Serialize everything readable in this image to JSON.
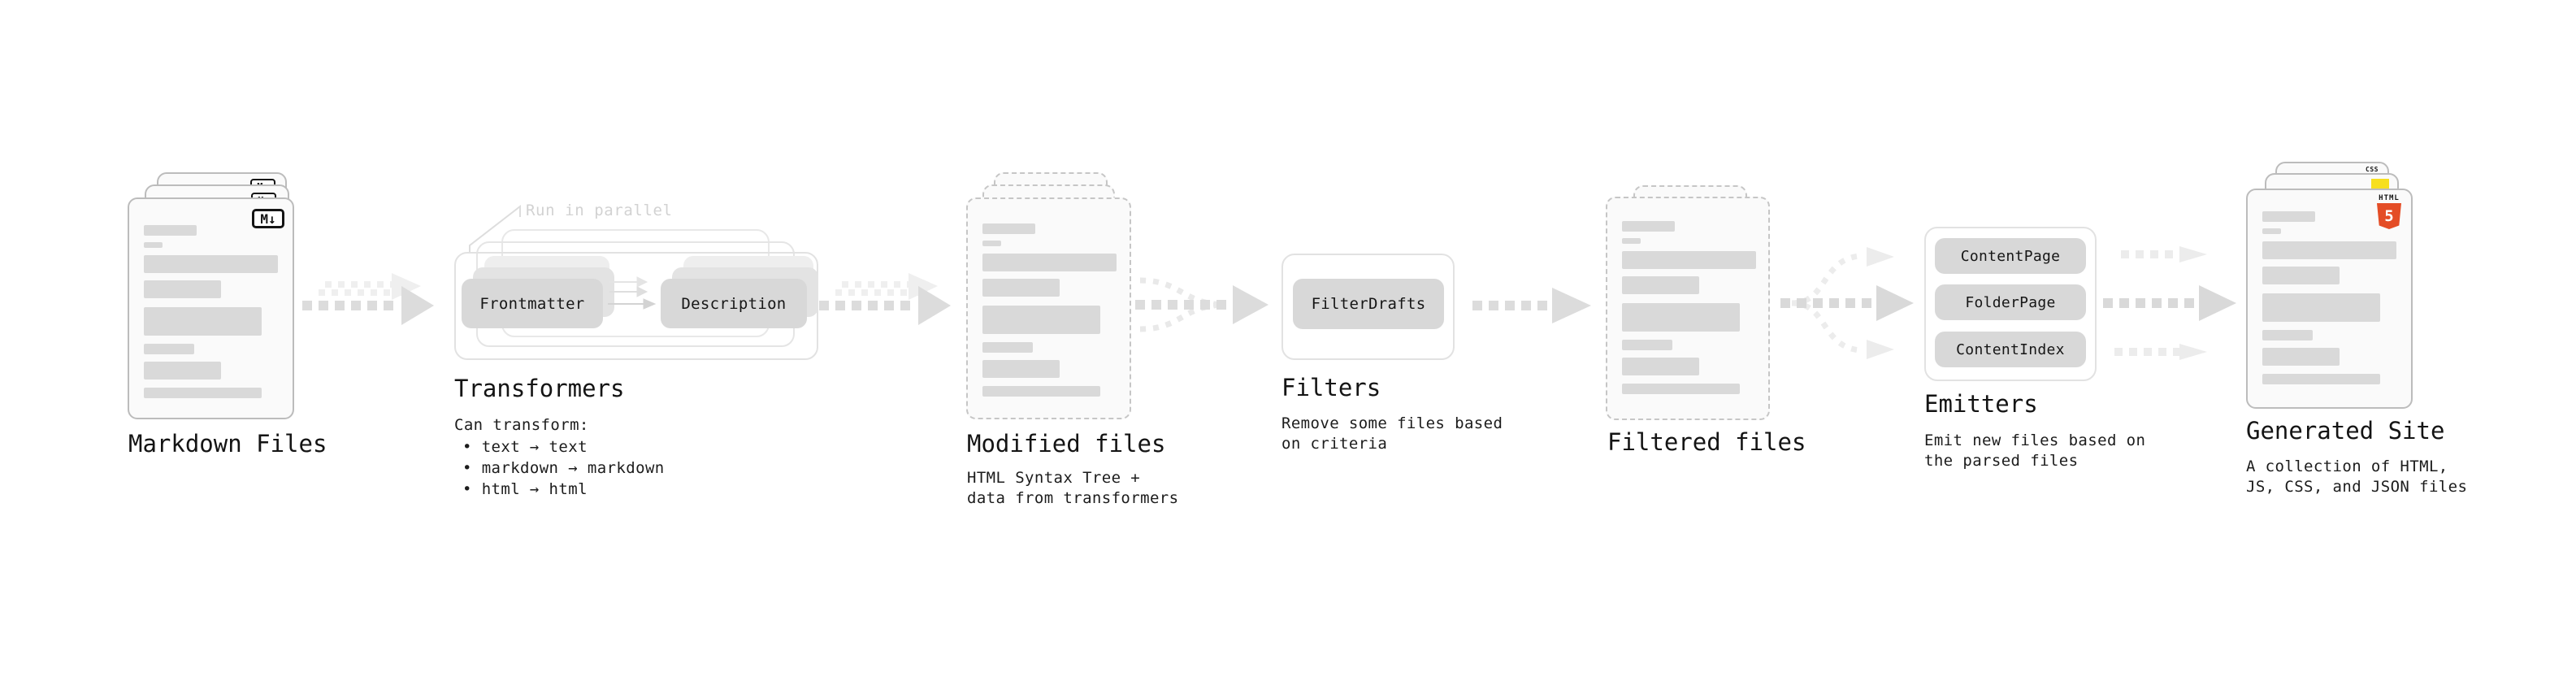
{
  "markdown": {
    "label": "Markdown Files",
    "badge": "M↓"
  },
  "transformers": {
    "label": "Transformers",
    "annotation": "Run in parallel",
    "source_node": "Frontmatter",
    "target_node": "Description",
    "note_heading": "Can transform:",
    "bullets": [
      "text → text",
      "markdown → markdown",
      "html → html"
    ]
  },
  "modified": {
    "label": "Modified files",
    "notes": [
      "HTML Syntax Tree +",
      "data from transformers"
    ]
  },
  "filters": {
    "label": "Filters",
    "node": "FilterDrafts",
    "notes": [
      "Remove some files based",
      "on criteria"
    ]
  },
  "filtered": {
    "label": "Filtered files"
  },
  "emitters": {
    "label": "Emitters",
    "nodes": [
      "ContentPage",
      "FolderPage",
      "ContentIndex"
    ],
    "notes": [
      "Emit new files based on",
      "the parsed files"
    ]
  },
  "generated": {
    "label": "Generated Site",
    "notes": [
      "A collection of HTML,",
      "JS, CSS, and JSON files"
    ],
    "css_badge": "CSS",
    "html_badge_label": "HTML",
    "html_badge_number": "5"
  },
  "colors": {
    "ink": "#161616",
    "faint_text": "#d2d2d2",
    "card_fill": "#fafafa",
    "bar_gray": "#d9d9d9",
    "node_gray": "#d8d8d8",
    "arrow_gray": "#dcdcdc",
    "html5_orange": "#e44d26",
    "js_yellow": "#f7df1e",
    "css_blue": "#2962ff"
  }
}
